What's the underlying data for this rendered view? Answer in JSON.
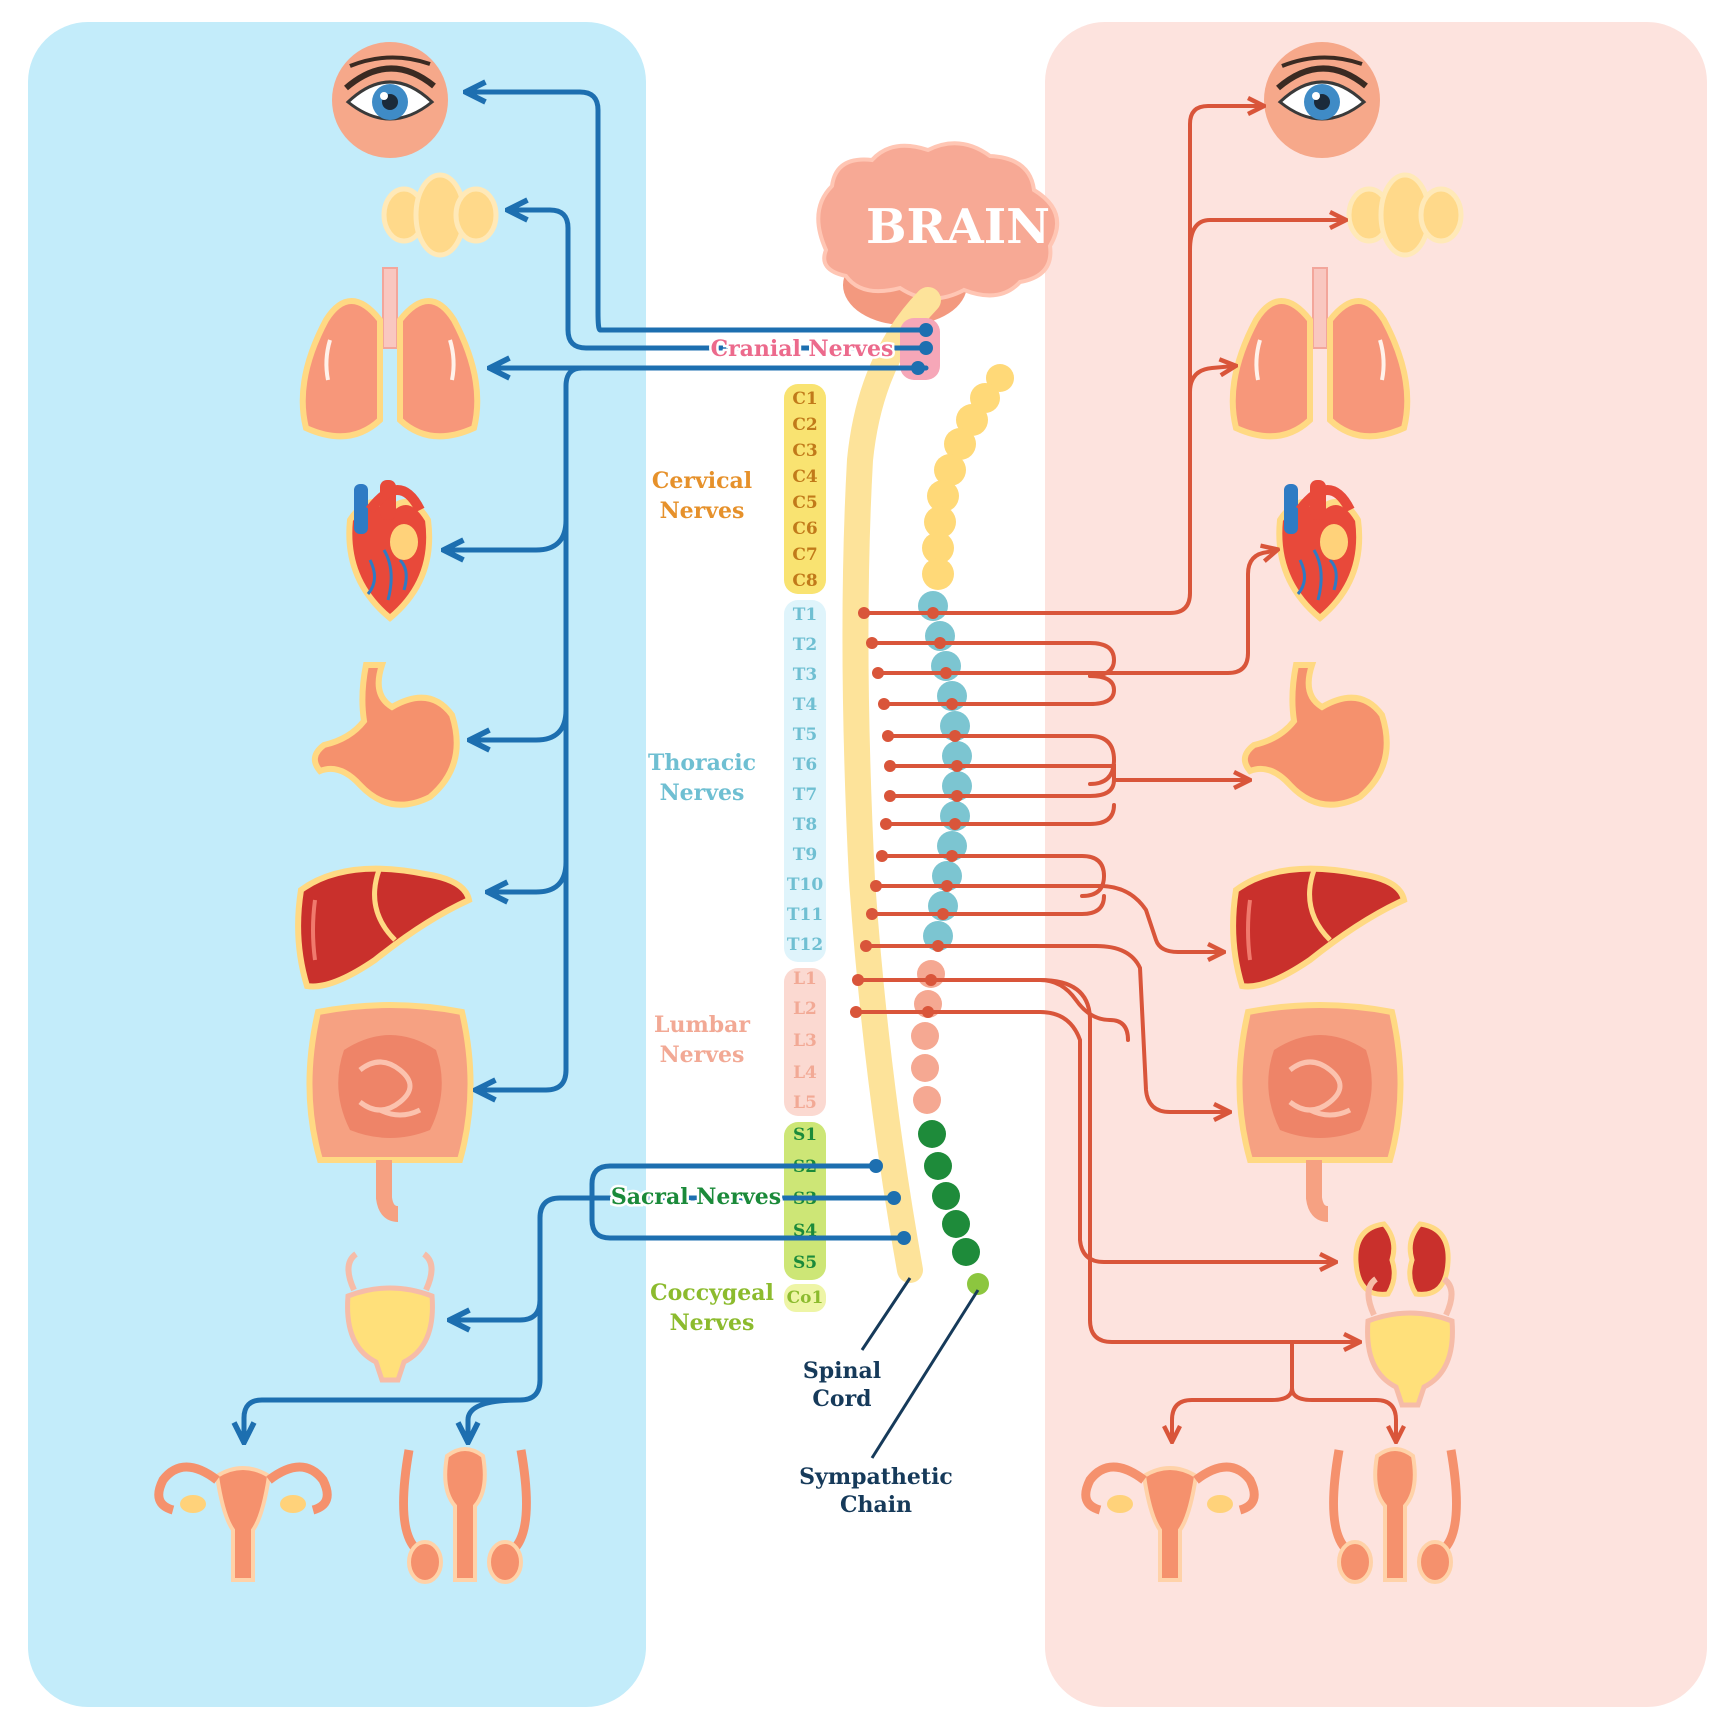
{
  "brain_label": "BRAIN",
  "cranial_label": "Cranial Nerves",
  "cervical": {
    "line1": "Cervical",
    "line2": "Nerves",
    "segments": [
      "C1",
      "C2",
      "C3",
      "C4",
      "C5",
      "C6",
      "C7",
      "C8"
    ]
  },
  "thoracic": {
    "line1": "Thoracic",
    "line2": "Nerves",
    "segments": [
      "T1",
      "T2",
      "T3",
      "T4",
      "T5",
      "T6",
      "T7",
      "T8",
      "T9",
      "T10",
      "T11",
      "T12"
    ]
  },
  "lumbar": {
    "line1": "Lumbar",
    "line2": "Nerves",
    "segments": [
      "L1",
      "L2",
      "L3",
      "L4",
      "L5"
    ]
  },
  "sacral": {
    "label": "Sacral Nerves",
    "segments": [
      "S1",
      "S2",
      "S3",
      "S4",
      "S5"
    ]
  },
  "coccygeal": {
    "line1": "Coccygeal",
    "line2": "Nerves",
    "segments": [
      "Co1"
    ]
  },
  "spinal_cord": {
    "line1": "Spinal",
    "line2": "Cord"
  },
  "sympathetic_chain": {
    "line1": "Sympathetic",
    "line2": "Chain"
  },
  "colors": {
    "parasympathetic_panel": "#c3ecfa",
    "sympathetic_panel": "#fde3de",
    "parasympathetic_nerve": "#1d6fb0",
    "sympathetic_nerve": "#d9553a",
    "cranial_text": "#ec6a8c",
    "cervical_text": "#e6912b",
    "thoracic_text": "#6fbfd2",
    "lumbar_text": "#f2a995",
    "sacral_text": "#1b8a3a",
    "coccygeal_text": "#8cbb2e",
    "dark_label": "#163a5a"
  },
  "organs": [
    "eye",
    "lacrimal-gland",
    "lungs",
    "heart",
    "stomach",
    "liver",
    "intestines",
    "kidneys",
    "bladder",
    "female-reproductive",
    "male-reproductive"
  ]
}
